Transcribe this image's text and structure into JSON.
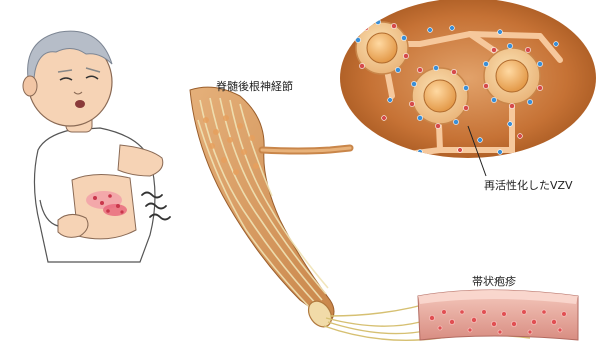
{
  "labels": {
    "dorsal_root_ganglion": "脊髄後根神経節",
    "reactivated_vzv": "再活性化したVZV",
    "herpes_zoster": "帯状疱疹"
  },
  "colors": {
    "skin": "#f6d3b5",
    "shirt": "#ffffff",
    "hair": "#b6bdc8",
    "rash": "#e8657a",
    "nerve_tan": "#d9a066",
    "nerve_fiber": "#f0e3b5",
    "cell_bg": "#c8773a",
    "cell_halo": "#e8a065",
    "virus_blue": "#3b8fd6",
    "virus_red": "#d64b4b",
    "skin_patch": "#e99c95"
  },
  "icons": [
    "elderly-man-scratching-illustration",
    "pain-lines-icon"
  ]
}
